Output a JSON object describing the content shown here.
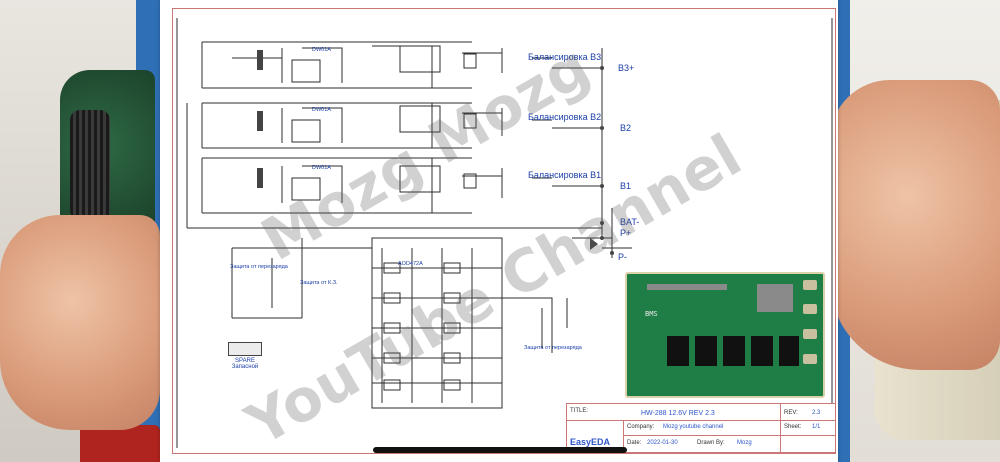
{
  "schematic": {
    "balance_labels": [
      "Балансировка B3",
      "Балансировка B2",
      "Балансировка B1"
    ],
    "terminal_labels": [
      "B3+",
      "B2",
      "B1",
      "BAT-",
      "P+",
      "P-"
    ],
    "protection_notes": [
      "Защита от перезаряда",
      "Защита от К.З.",
      "Защита от перезаряда"
    ],
    "spare": {
      "title": "SPARE",
      "subtitle": "Запасной"
    },
    "mosfet_label": "AOD472A",
    "chip_labels": [
      "DW01A",
      "DW01A",
      "DW01A"
    ]
  },
  "title_block": {
    "title_label": "TITLE:",
    "title_value": "HW-288 12.6V REV 2.3",
    "rev_label": "REV:",
    "rev_value": "2.3",
    "company_label": "Company:",
    "company_value": "Mozg youtube channel",
    "sheet_label": "Sheet:",
    "sheet_value": "1/1",
    "date_label": "Date:",
    "date_value": "2022-01-30",
    "drawn_label": "Drawn By:",
    "drawn_value": "Mozg",
    "logo": "EasyEDA"
  },
  "watermark": {
    "line1": "Mozg Mozg",
    "line2": "YouTube Channel"
  },
  "colors": {
    "wire": "#2e2e2e",
    "label_blue": "#1b3ea8",
    "border": "#cc7777",
    "pcb_green": "#1f7d46",
    "hand": "#d99b7a"
  }
}
